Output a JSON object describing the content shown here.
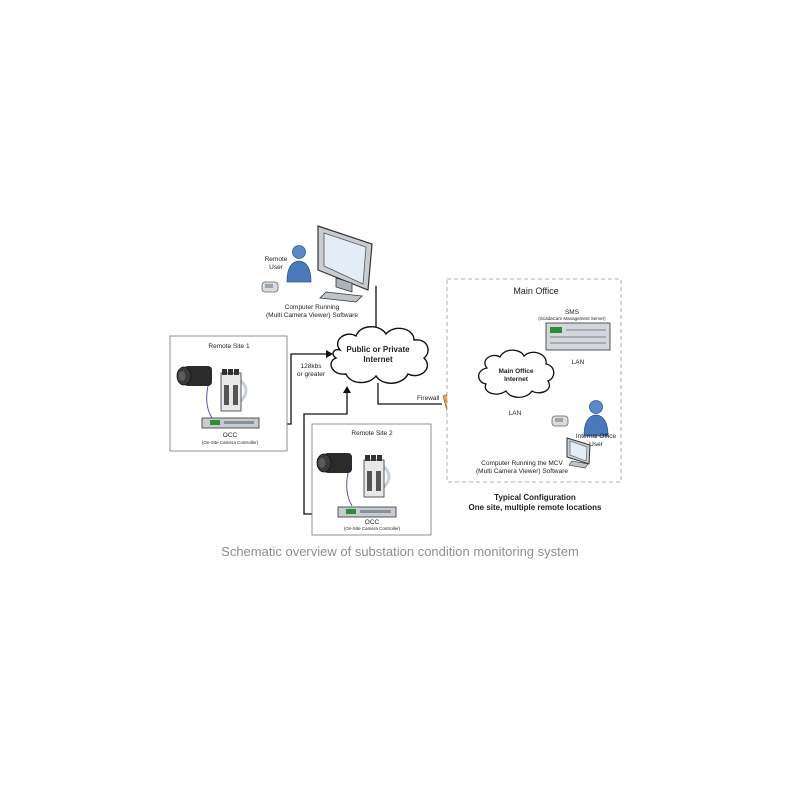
{
  "remote_user": {
    "line1": "Remote",
    "line2": "User"
  },
  "remote_computer": {
    "line1": "Computer Running",
    "line2": "(Multi Camera Viewer) Software"
  },
  "internet": {
    "line1": "Public or Private",
    "line2": "Internet"
  },
  "bandwidth": {
    "line1": "128kbs",
    "line2": "or greater"
  },
  "firewall": {
    "label": "Firewall"
  },
  "remote_site_1": {
    "title": "Remote Site 1",
    "occ_label": "OCC",
    "occ_sublabel": "(On-Site Camera Controller)"
  },
  "remote_site_2": {
    "title": "Remote Site 2",
    "occ_label": "OCC",
    "occ_sublabel": "(On-Site Camera Controller)"
  },
  "main_office": {
    "title": "Main Office",
    "sms_label": "SMS",
    "sms_sublabel": "(ScadaCam Management Server)",
    "lan_1": "LAN",
    "lan_2": "LAN",
    "cloud_line1": "Main Office",
    "cloud_line2": "Internet",
    "internal_user_line1": "Internal Office",
    "internal_user_line2": "User",
    "computer_line1": "Computer Running the MCV",
    "computer_line2": "(Multi Camera Viewer) Software"
  },
  "typical_configuration": {
    "line1": "Typical Configuration",
    "line2": "One site, multiple remote locations"
  },
  "caption": "Schematic overview of substation condition monitoring system"
}
